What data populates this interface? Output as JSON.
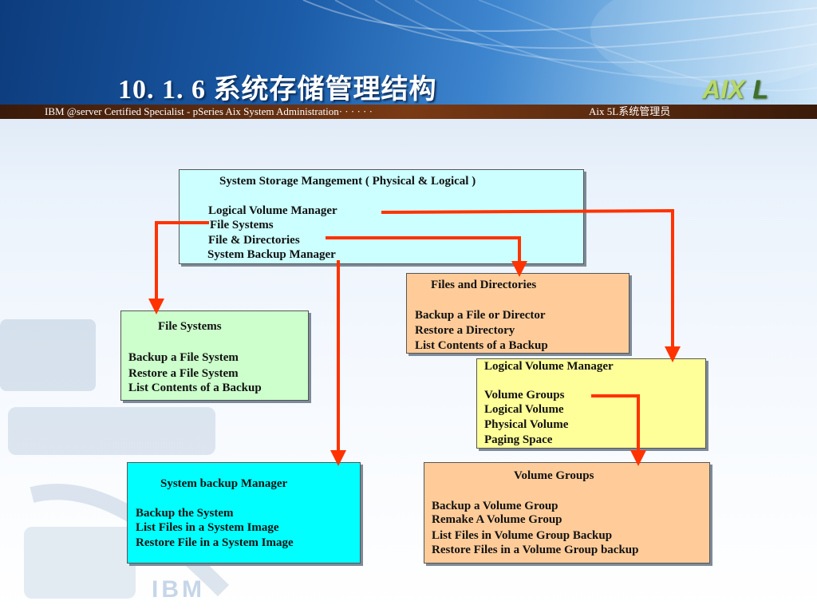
{
  "slide": {
    "title": "10. 1. 6   系统存储管理结构",
    "subtitle_left": "IBM @server Certified Specialist - pSeries Aix System Administration· · · · · ·",
    "subtitle_right": "Aix 5L系统管理员",
    "logo_main": "AIX",
    "logo_suffix": "L",
    "watermark": "IBM"
  },
  "diagram": {
    "main": {
      "title": "System Storage Mangement ( Physical & Logical )",
      "items": [
        "Logical  Volume  Manager",
        "File Systems",
        "File & Directories",
        "System Backup Manager"
      ]
    },
    "files_dirs": {
      "title": "Files  and  Directories",
      "items": [
        "Backup a File or Director",
        "Restore a Directory",
        "List Contents of a Backup"
      ]
    },
    "file_systems": {
      "title": "File Systems",
      "items": [
        "Backup a File System",
        "Restore a File System",
        "List Contents of a Backup"
      ]
    },
    "lvm": {
      "title": "Logical Volume Manager",
      "items": [
        "Volume Groups",
        "Logical Volume",
        "Physical Volume",
        "Paging Space"
      ]
    },
    "backup_mgr": {
      "title": "System backup Manager",
      "items": [
        "Backup the System",
        "List Files in a System Image",
        "Restore File in a System Image"
      ]
    },
    "volume_groups": {
      "title": "Volume  Groups",
      "items": [
        "Backup a Volume Group",
        "Remake A Volume Group",
        "List Files in Volume Group Backup",
        "Restore Files in a Volume Group backup"
      ]
    },
    "colors": {
      "arrow": "#ff3300",
      "main_bg": "#ccffff",
      "files_bg": "#ffcc99",
      "fs_bg": "#ccffcc",
      "lvm_bg": "#ffff99",
      "backup_bg": "#00ffff",
      "vg_bg": "#ffcc99"
    }
  }
}
